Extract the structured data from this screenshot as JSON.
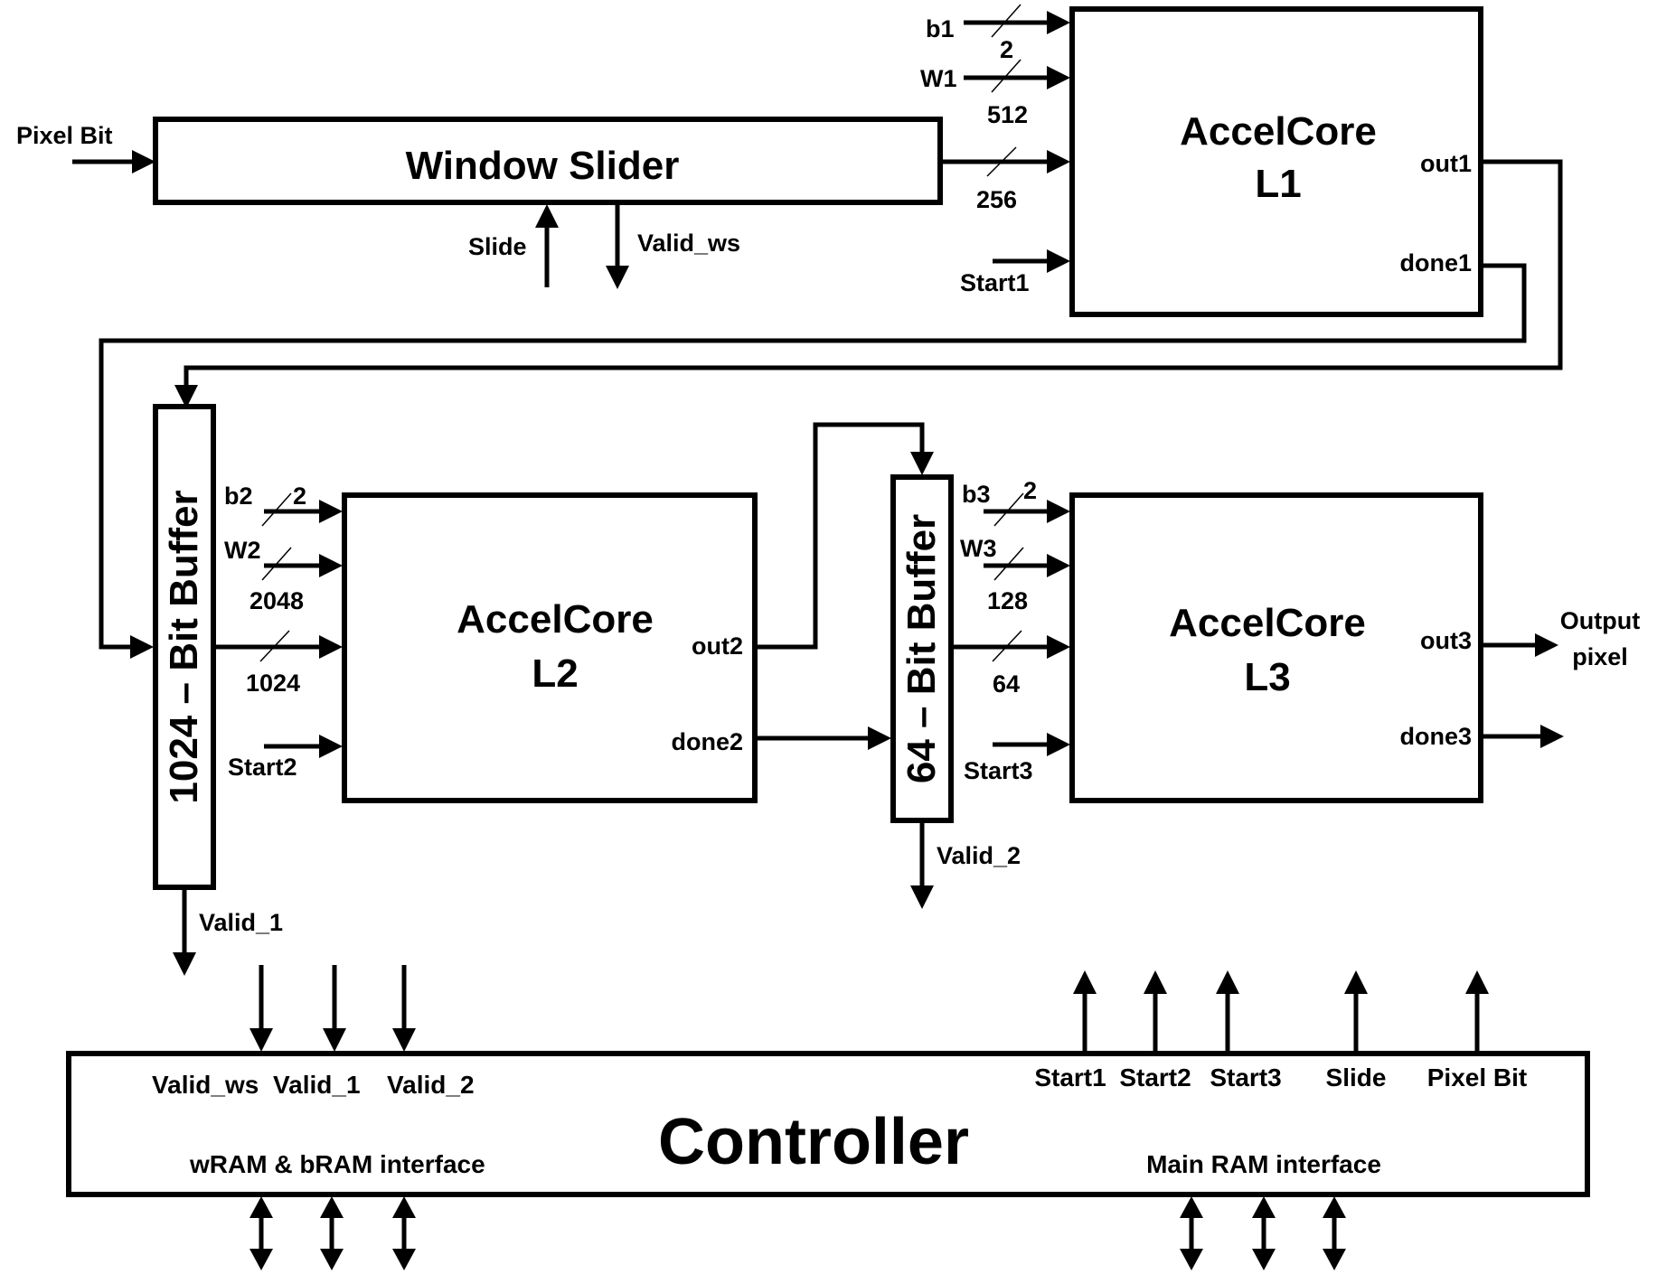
{
  "window_slider": {
    "title": "Window Slider"
  },
  "core_l1": {
    "line1": "AccelCore",
    "line2": "L1",
    "out": "out1",
    "done": "done1"
  },
  "core_l2": {
    "line1": "AccelCore",
    "line2": "L2",
    "out": "out2",
    "done": "done2"
  },
  "core_l3": {
    "line1": "AccelCore",
    "line2": "L3",
    "out": "out3",
    "done": "done3"
  },
  "buffer1": {
    "title": "1024 – Bit Buffer"
  },
  "buffer2": {
    "title": "64 – Bit Buffer"
  },
  "controller": {
    "title": "Controller",
    "inputs": [
      "Valid_ws",
      "Valid_1",
      "Valid_2"
    ],
    "outputs": [
      "Start1",
      "Start2",
      "Start3",
      "Slide",
      "Pixel Bit"
    ],
    "left_interface": "wRAM & bRAM interface",
    "right_interface": "Main RAM interface"
  },
  "signals": {
    "pixel_bit": "Pixel Bit",
    "slide": "Slide",
    "valid_ws": "Valid_ws",
    "b1": "b1",
    "b1_width": "2",
    "w1": "W1",
    "w1_width": "512",
    "ws_out_width": "256",
    "start1": "Start1",
    "b2": "b2",
    "b2_width": "2",
    "w2": "W2",
    "w2_width": "2048",
    "buf1_out_width": "1024",
    "start2": "Start2",
    "valid_1": "Valid_1",
    "b3": "b3",
    "b3_width": "2",
    "w3": "W3",
    "w3_width": "128",
    "buf2_out_width": "64",
    "start3": "Start3",
    "valid_2": "Valid_2",
    "output_pixel_1": "Output",
    "output_pixel_2": "pixel"
  }
}
